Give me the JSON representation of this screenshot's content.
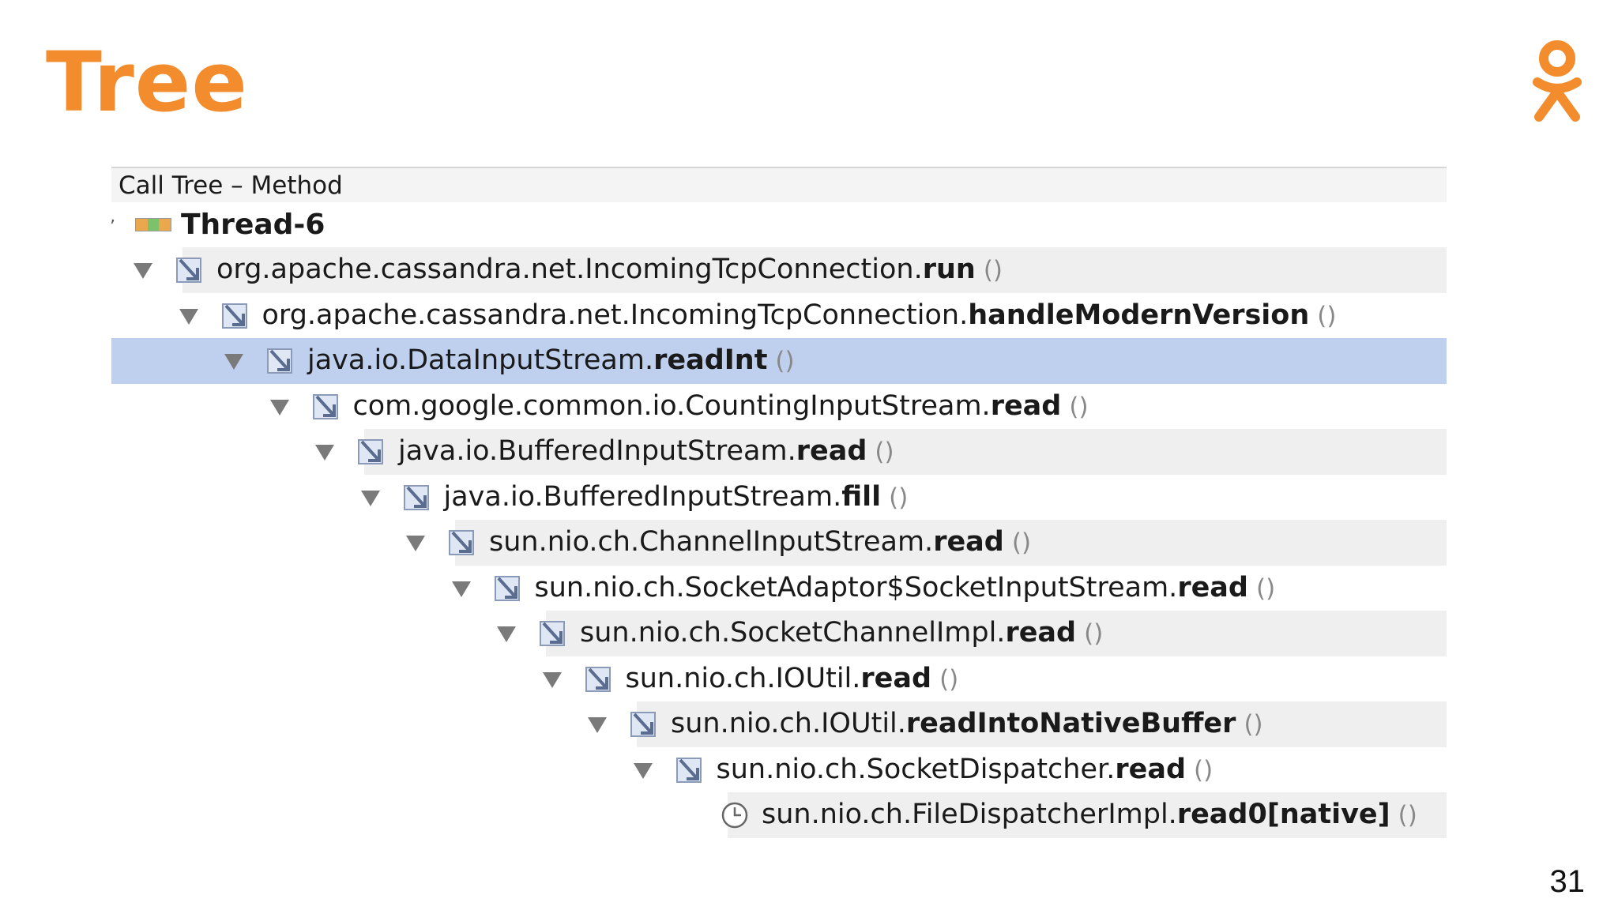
{
  "slide": {
    "title": "Tree",
    "page_number": "31",
    "accent_color": "#f28c2c",
    "logo_icon": "odnoklassniki-logo"
  },
  "call_tree": {
    "header": "Call Tree – Method",
    "thread": {
      "label": "Thread-6",
      "icon": "thread-state-icon"
    },
    "selected_color": "#bfcfee",
    "nodes": [
      {
        "prefix": "org.apache.cassandra.net.IncomingTcpConnection.",
        "method": "run",
        "params": "()",
        "depth": 0,
        "icon": "method-call-icon",
        "shaded": true,
        "expanded": true
      },
      {
        "prefix": "org.apache.cassandra.net.IncomingTcpConnection.",
        "method": "handleModernVersion",
        "params": "()",
        "depth": 1,
        "icon": "method-call-icon",
        "shaded": false,
        "expanded": true
      },
      {
        "prefix": "java.io.DataInputStream.",
        "method": "readInt",
        "params": "()",
        "depth": 2,
        "icon": "method-call-icon",
        "shaded": false,
        "selected": true,
        "expanded": true
      },
      {
        "prefix": "com.google.common.io.CountingInputStream.",
        "method": "read",
        "params": "()",
        "depth": 3,
        "icon": "method-call-icon",
        "shaded": false,
        "expanded": true
      },
      {
        "prefix": "java.io.BufferedInputStream.",
        "method": "read",
        "params": "()",
        "depth": 4,
        "icon": "method-call-icon",
        "shaded": true,
        "expanded": true
      },
      {
        "prefix": "java.io.BufferedInputStream.",
        "method": "fill",
        "params": "()",
        "depth": 5,
        "icon": "method-call-icon",
        "shaded": false,
        "expanded": true
      },
      {
        "prefix": "sun.nio.ch.ChannelInputStream.",
        "method": "read",
        "params": "()",
        "depth": 6,
        "icon": "method-call-icon",
        "shaded": true,
        "expanded": true
      },
      {
        "prefix": "sun.nio.ch.SocketAdaptor$SocketInputStream.",
        "method": "read",
        "params": "()",
        "depth": 7,
        "icon": "method-call-icon",
        "shaded": false,
        "expanded": true
      },
      {
        "prefix": "sun.nio.ch.SocketChannelImpl.",
        "method": "read",
        "params": "()",
        "depth": 8,
        "icon": "method-call-icon",
        "shaded": true,
        "expanded": true
      },
      {
        "prefix": "sun.nio.ch.IOUtil.",
        "method": "read",
        "params": "()",
        "depth": 9,
        "icon": "method-call-icon",
        "shaded": false,
        "expanded": true
      },
      {
        "prefix": "sun.nio.ch.IOUtil.",
        "method": "readIntoNativeBuffer",
        "params": "()",
        "depth": 10,
        "icon": "method-call-icon",
        "shaded": true,
        "expanded": true
      },
      {
        "prefix": "sun.nio.ch.SocketDispatcher.",
        "method": "read",
        "params": "()",
        "depth": 11,
        "icon": "method-call-icon",
        "shaded": false,
        "expanded": true
      },
      {
        "prefix": "sun.nio.ch.FileDispatcherImpl.",
        "method": "read0[native]",
        "params": "()",
        "depth": 12,
        "icon": "clock-icon",
        "shaded": true,
        "expanded": false
      }
    ]
  }
}
